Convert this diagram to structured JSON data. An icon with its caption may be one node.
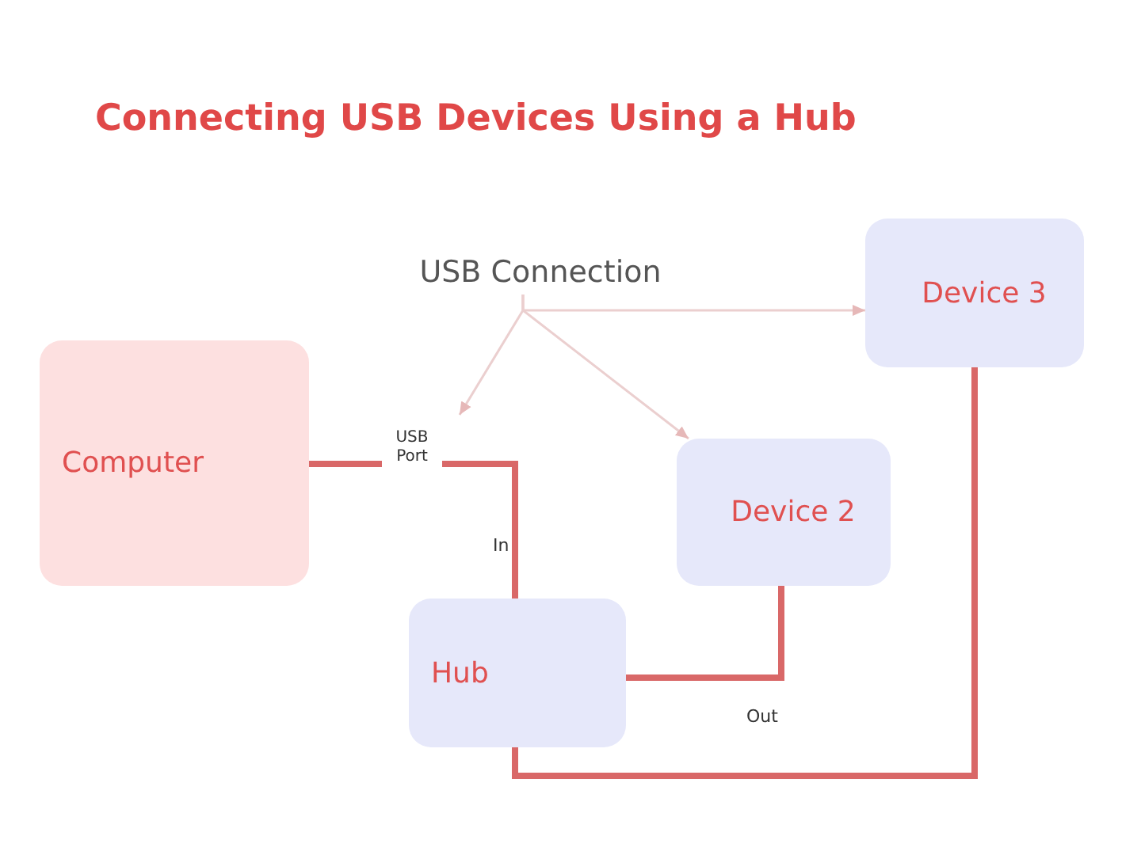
{
  "diagram": {
    "title": "Connecting USB Devices Using a Hub",
    "nodes": [
      {
        "text": [
          "Computer"
        ]
      },
      {
        "text": [
          "Hub"
        ]
      },
      {
        "text": [
          "Device 2"
        ]
      },
      {
        "text": [
          "Device 3"
        ]
      },
      {
        "text": [
          "USB Connection"
        ]
      }
    ],
    "edges": [
      {
        "from": 0,
        "to": 1,
        "arrow": "none",
        "label": "USB Port",
        "style": "thick"
      },
      {
        "from": 1,
        "to": 2,
        "arrow": "none",
        "style": "thick"
      },
      {
        "from": 1,
        "to": 3,
        "arrow": "none",
        "style": "thick"
      },
      {
        "from": 4,
        "to": 3,
        "arrow": "to",
        "color": "#ebcfcf"
      },
      {
        "from": 4,
        "to": null,
        "arrow": "to",
        "color": "#ebcfcf"
      },
      {
        "from": 4,
        "to": 2,
        "arrow": "to",
        "color": "#ebcfcf"
      }
    ],
    "labels": [
      "In",
      "Out"
    ]
  }
}
